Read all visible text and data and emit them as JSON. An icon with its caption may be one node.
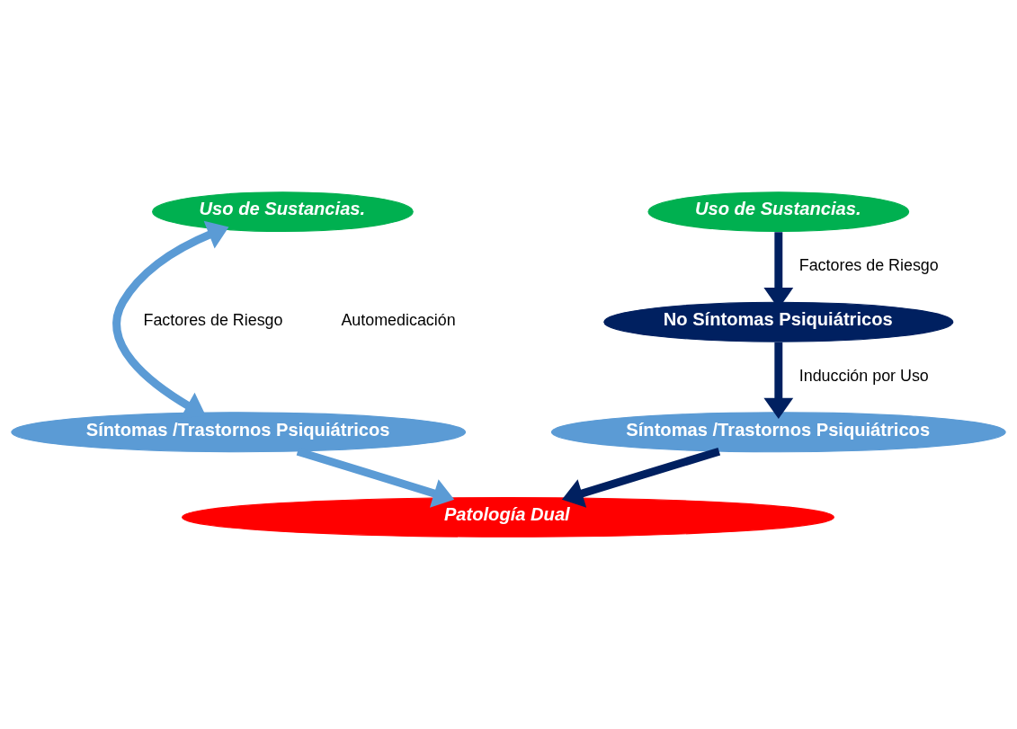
{
  "diagram": {
    "nodes": [
      {
        "text": [
          "Uso de Sustancias."
        ]
      },
      {
        "text": [
          "Síntomas /Trastornos Psiquiátricos"
        ]
      },
      {
        "text": [
          "Uso de Sustancias."
        ]
      },
      {
        "text": [
          "No Síntomas Psiquiátricos"
        ]
      },
      {
        "text": [
          "Síntomas /Trastornos Psiquiátricos"
        ]
      },
      {
        "text": [
          "Patología Dual"
        ]
      }
    ],
    "edges": [
      {
        "from": 0,
        "to": 1,
        "arrow": "both",
        "label": "Factores de Riesgo",
        "color": "#5b9bd5"
      },
      {
        "from": 1,
        "to": 5,
        "arrow": "to",
        "color": "#5b9bd5"
      },
      {
        "from": 2,
        "to": 3,
        "arrow": "to",
        "label": "Factores de Riesgo"
      },
      {
        "from": 3,
        "to": 4,
        "arrow": "to",
        "label": "Inducción por Uso"
      },
      {
        "from": 4,
        "to": 5,
        "arrow": "to"
      }
    ],
    "labels": [
      "Automedicación"
    ]
  }
}
